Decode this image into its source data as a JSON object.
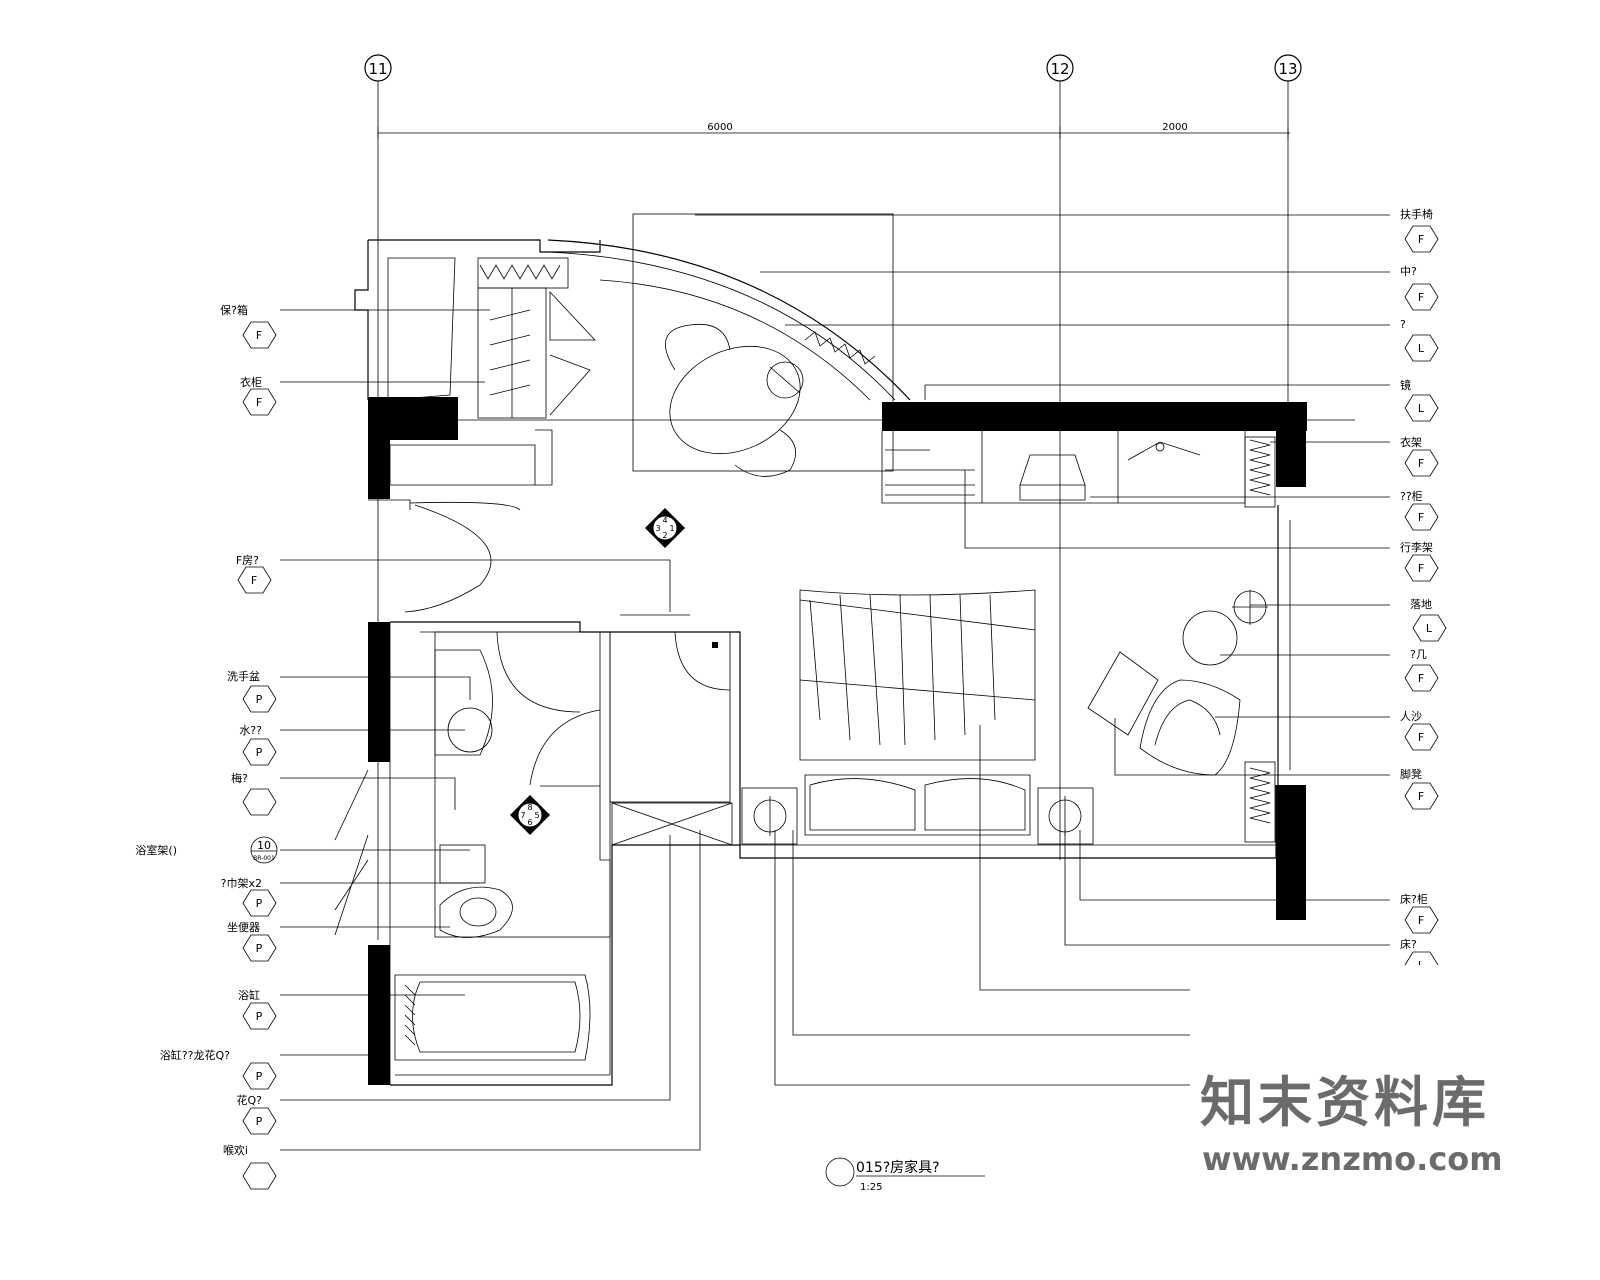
{
  "grid_axes": [
    "11",
    "12",
    "13"
  ],
  "dimensions": [
    "6000",
    "2000"
  ],
  "callouts_left": [
    {
      "label": "保?箱",
      "tag": "F"
    },
    {
      "label": "衣柜",
      "tag": "F"
    },
    {
      "label": "F房?",
      "tag": "F"
    },
    {
      "label": "洗手盆",
      "tag": "P"
    },
    {
      "label": "水??",
      "tag": "P"
    },
    {
      "label": "梅?",
      "tag": ""
    },
    {
      "label": "浴室架()",
      "tag": "10",
      "tag_sub": "BR-001"
    },
    {
      "label": "?巾架x2",
      "tag": "P"
    },
    {
      "label": "坐便器",
      "tag": "P"
    },
    {
      "label": "浴缸",
      "tag": "P"
    },
    {
      "label": "浴缸??龙花Q?",
      "tag": "P"
    },
    {
      "label": "花Q?",
      "tag": "P"
    },
    {
      "label": "喉欢i",
      "tag": ""
    }
  ],
  "callouts_right": [
    {
      "label": "扶手椅",
      "tag": "F"
    },
    {
      "label": "中?",
      "tag": "F"
    },
    {
      "label": "?",
      "tag": "L"
    },
    {
      "label": "镜",
      "tag": "L"
    },
    {
      "label": "衣架",
      "tag": "F"
    },
    {
      "label": "??柜",
      "tag": "F"
    },
    {
      "label": "行李架",
      "tag": "F"
    },
    {
      "label": "落地",
      "tag": "L"
    },
    {
      "label": "?几",
      "tag": "F"
    },
    {
      "label": "人沙",
      "tag": "F"
    },
    {
      "label": "脚凳",
      "tag": "F"
    },
    {
      "label": "床?柜",
      "tag": "F"
    },
    {
      "label": "床?",
      "tag": "L"
    }
  ],
  "markers": [
    {
      "numbers": [
        "4",
        "3",
        "1",
        "2"
      ]
    },
    {
      "numbers": [
        "8",
        "7",
        "5",
        "6"
      ]
    }
  ],
  "drawing_title": "015?房家具?",
  "drawing_scale": "1:25",
  "watermark": {
    "text": "知末资料库",
    "url": "www.znzmo.com"
  }
}
